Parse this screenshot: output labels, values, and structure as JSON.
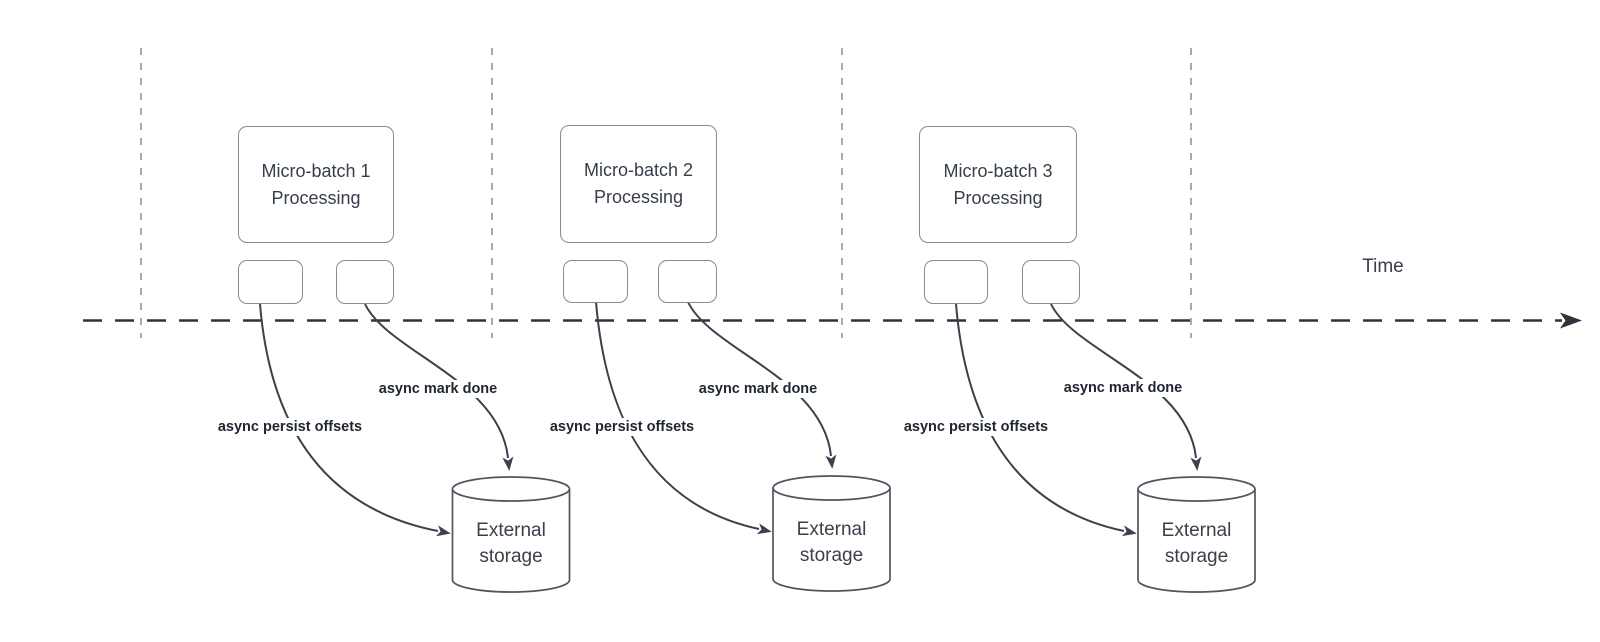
{
  "diagram": {
    "time_label": "Time",
    "batches": [
      {
        "title_line1": "Micro-batch 1",
        "title_line2": "Processing",
        "persist_arrow_label": "async persist offsets",
        "done_arrow_label": "async mark done",
        "storage_label": "External storage"
      },
      {
        "title_line1": "Micro-batch 2",
        "title_line2": "Processing",
        "persist_arrow_label": "async persist offsets",
        "done_arrow_label": "async mark done",
        "storage_label": "External storage"
      },
      {
        "title_line1": "Micro-batch 3",
        "title_line2": "Processing",
        "persist_arrow_label": "async persist offsets",
        "done_arrow_label": "async mark done",
        "storage_label": "External storage"
      }
    ],
    "colors": {
      "background": "#ffffff",
      "lane_divider": "#a9aaae",
      "time_axis": "#2d333c",
      "arrow_line": "#3b424c",
      "shape_border": "#858a93",
      "shape_fill": "#ffffff",
      "title_text": "#363e49",
      "label_text": "#1f2630"
    }
  }
}
